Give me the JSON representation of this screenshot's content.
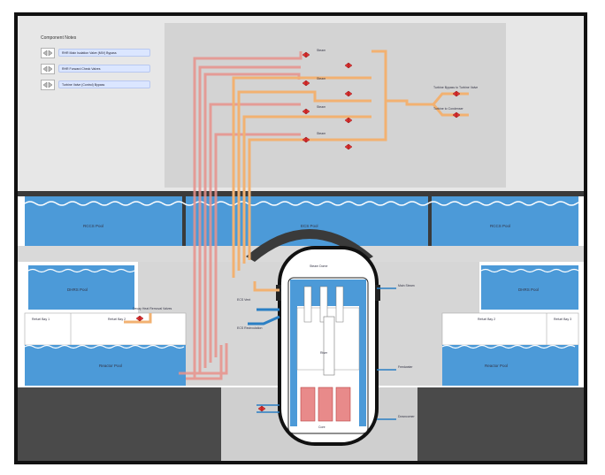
{
  "legend": {
    "title": "Component Notes",
    "items": [
      {
        "label": "RHR Main Isolation Valve (MIV) Bypass"
      },
      {
        "label": "RHR Forward Check Valves"
      },
      {
        "label": "Turbine Valve (Control) Bypass"
      }
    ]
  },
  "labels": {
    "steam_lines": [
      "Steam",
      "Steam",
      "Steam",
      "Steam"
    ],
    "turbine_bypass_to_tsv": "Turbine Bypass to Turbine Valve",
    "turbine_bypass_to_condenser": "Turbine to Condenser",
    "pool_left": "RCCS Pool",
    "pool_center": "ECS Pool",
    "pool_right": "RCCS Pool",
    "decay_pool_left": "DHRS Pool",
    "decay_pool_right": "DHRS Pool",
    "reactor_pool_left": "Reactor Pool",
    "reactor_pool_right": "Reactor Pool",
    "refuel_left_1": "Refuel Bay 1",
    "refuel_left_2": "Refuel Bay 2",
    "refuel_right_1": "Refuel Bay 2",
    "refuel_right_2": "Refuel Bay 3",
    "containment": "Steam Dome",
    "feedwater": "Feedwater",
    "main_steam": "Main Steam",
    "riser": "Riser",
    "downcomer": "Downcomer",
    "ecs_vent": "ECS Vent",
    "ecs_recirc": "ECS Recirculation",
    "core": "Core",
    "dhrs_valve": "Decay Heat Removal Valves"
  }
}
